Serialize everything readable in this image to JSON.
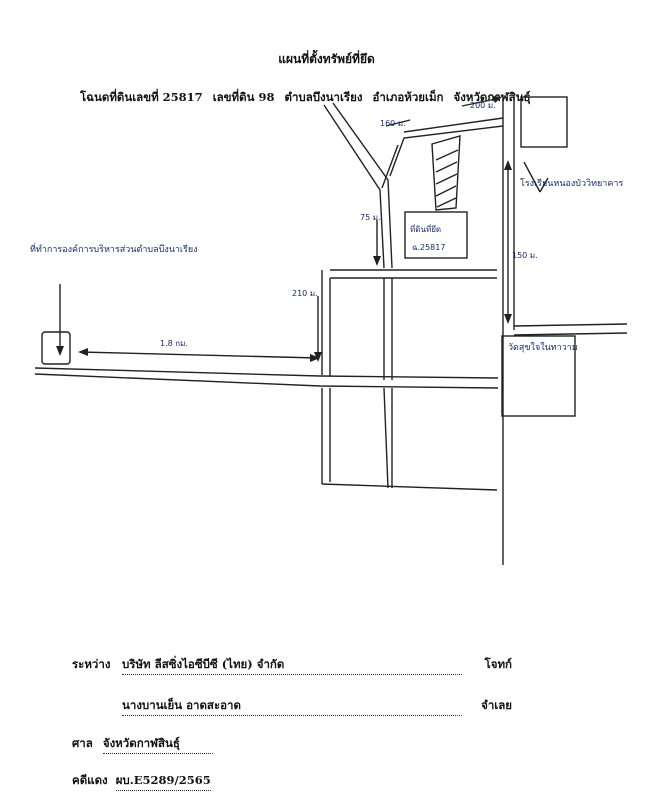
{
  "document": {
    "title": "แผนที่ตั้งทรัพย์ที่ยึด",
    "deed_line": {
      "deed_no": "โฉนดที่ดินเลขที่ 25817",
      "land_no": "เลขที่ดิน 98",
      "subdistrict": "ตำบลบึงนาเรียง",
      "district": "อำเภอห้วยเม็ก",
      "province": "จังหวัดกาฬสินธุ์"
    }
  },
  "map": {
    "label_left_place": "ที่ทำการองค์การบริหารส่วนตำบลบึงนาเรียง",
    "label_distance_18km": "1.8 กม.",
    "label_210m": "210 ม.",
    "label_160m": "160 ม.",
    "label_200m": "200 ม.",
    "label_150m": "150 ม.",
    "label_75m": "75 ม.",
    "label_seized_land": "ที่ดินที่ยึด",
    "label_seized_deed": "ฉ.25817",
    "label_school": "โรงเรียนหนองบัววิทยาคาร",
    "label_temple": "วัดสุขใจในทาวาม"
  },
  "footer": {
    "between_label": "ระหว่าง",
    "plaintiff": "บริษัท ลีสซิ่งไอซีบีซี (ไทย) จำกัด",
    "plaintiff_role": "โจทก์",
    "defendant": "นางบานเย็น อาดสะอาด",
    "defendant_role": "จำเลย",
    "court_label": "ศาล",
    "court": "จังหวัดกาฬสินธุ์",
    "case_label": "คดีแดง",
    "case_no": "ผบ.E5289/2565"
  }
}
